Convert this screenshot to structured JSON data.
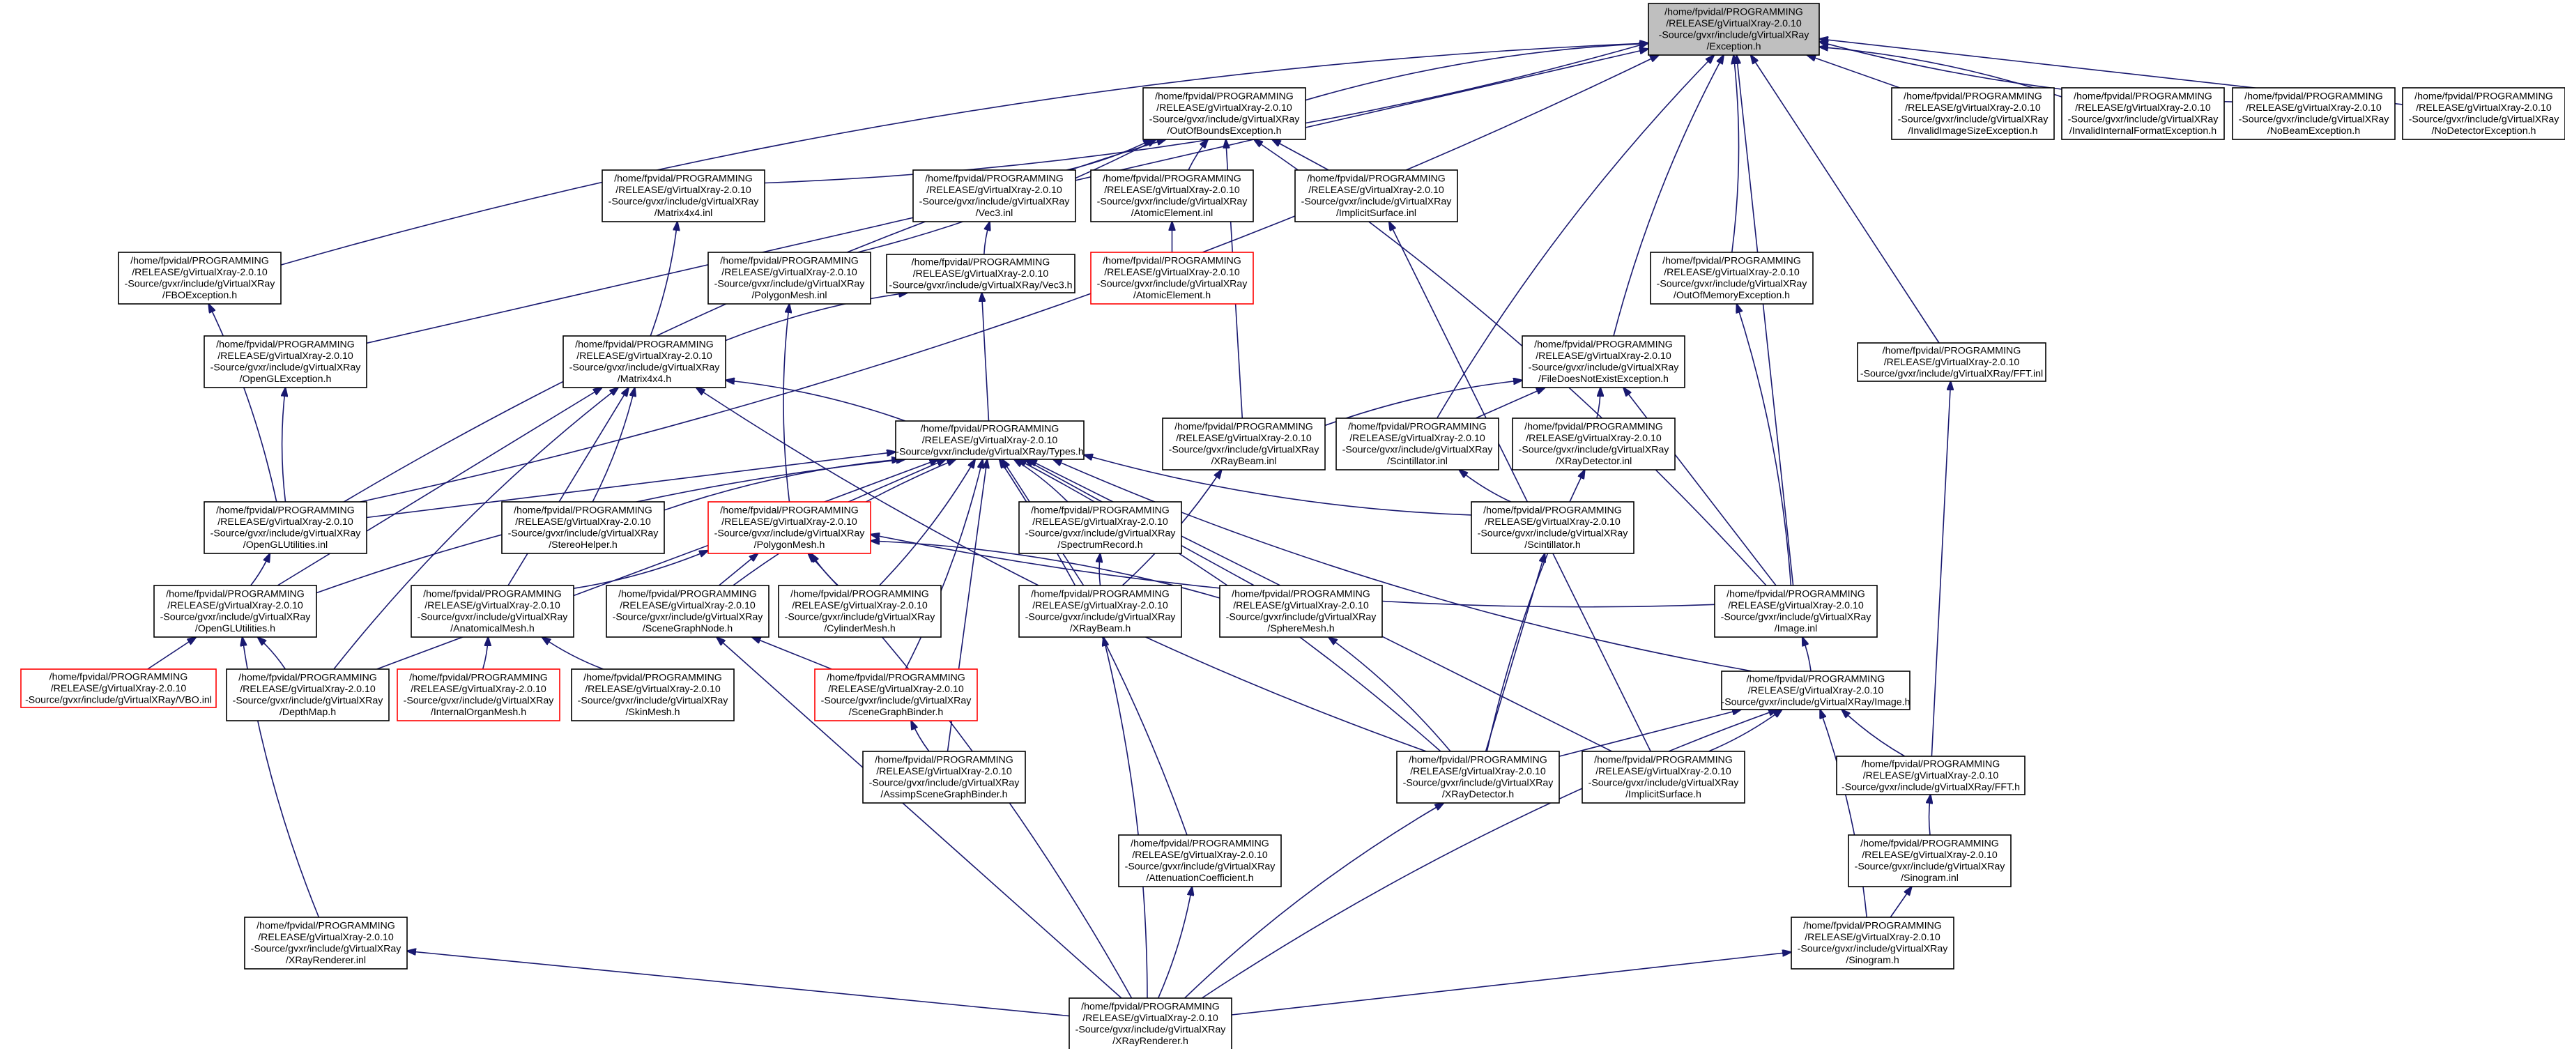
{
  "graph": {
    "nodes": [
      {
        "id": "exception",
        "lines": [
          "/home/fpvidal/PROGRAMMING",
          "/RELEASE/gVirtualXray-2.0.10",
          "-Source/gvxr/include/gVirtualXRay",
          "/Exception.h"
        ],
        "root": true
      },
      {
        "id": "outofbounds",
        "lines": [
          "/home/fpvidal/PROGRAMMING",
          "/RELEASE/gVirtualXray-2.0.10",
          "-Source/gvxr/include/gVirtualXRay",
          "/OutOfBoundsException.h"
        ]
      },
      {
        "id": "invalidimagesize",
        "lines": [
          "/home/fpvidal/PROGRAMMING",
          "/RELEASE/gVirtualXray-2.0.10",
          "-Source/gvxr/include/gVirtualXRay",
          "/InvalidImageSizeException.h"
        ]
      },
      {
        "id": "invalidinternalformat",
        "lines": [
          "/home/fpvidal/PROGRAMMING",
          "/RELEASE/gVirtualXray-2.0.10",
          "-Source/gvxr/include/gVirtualXRay",
          "/InvalidInternalFormatException.h"
        ]
      },
      {
        "id": "nobeam",
        "lines": [
          "/home/fpvidal/PROGRAMMING",
          "/RELEASE/gVirtualXray-2.0.10",
          "-Source/gvxr/include/gVirtualXRay",
          "/NoBeamException.h"
        ]
      },
      {
        "id": "nodetector",
        "lines": [
          "/home/fpvidal/PROGRAMMING",
          "/RELEASE/gVirtualXray-2.0.10",
          "-Source/gvxr/include/gVirtualXRay",
          "/NoDetectorException.h"
        ]
      },
      {
        "id": "matrix4x4inl",
        "lines": [
          "/home/fpvidal/PROGRAMMING",
          "/RELEASE/gVirtualXray-2.0.10",
          "-Source/gvxr/include/gVirtualXRay",
          "/Matrix4x4.inl"
        ]
      },
      {
        "id": "vec3inl",
        "lines": [
          "/home/fpvidal/PROGRAMMING",
          "/RELEASE/gVirtualXray-2.0.10",
          "-Source/gvxr/include/gVirtualXRay",
          "/Vec3.inl"
        ]
      },
      {
        "id": "atomicelementinl",
        "lines": [
          "/home/fpvidal/PROGRAMMING",
          "/RELEASE/gVirtualXray-2.0.10",
          "-Source/gvxr/include/gVirtualXRay",
          "/AtomicElement.inl"
        ]
      },
      {
        "id": "implicitsurfaceinl",
        "lines": [
          "/home/fpvidal/PROGRAMMING",
          "/RELEASE/gVirtualXray-2.0.10",
          "-Source/gvxr/include/gVirtualXRay",
          "/ImplicitSurface.inl"
        ]
      },
      {
        "id": "fboexception",
        "lines": [
          "/home/fpvidal/PROGRAMMING",
          "/RELEASE/gVirtualXray-2.0.10",
          "-Source/gvxr/include/gVirtualXRay",
          "/FBOException.h"
        ]
      },
      {
        "id": "polygonmeshinl",
        "lines": [
          "/home/fpvidal/PROGRAMMING",
          "/RELEASE/gVirtualXray-2.0.10",
          "-Source/gvxr/include/gVirtualXRay",
          "/PolygonMesh.inl"
        ]
      },
      {
        "id": "vec3h",
        "lines": [
          "/home/fpvidal/PROGRAMMING",
          "/RELEASE/gVirtualXray-2.0.10",
          "-Source/gvxr/include/gVirtualXRay/Vec3.h"
        ]
      },
      {
        "id": "atomicelementh",
        "lines": [
          "/home/fpvidal/PROGRAMMING",
          "/RELEASE/gVirtualXray-2.0.10",
          "-Source/gvxr/include/gVirtualXRay",
          "/AtomicElement.h"
        ],
        "red": true
      },
      {
        "id": "outofmemory",
        "lines": [
          "/home/fpvidal/PROGRAMMING",
          "/RELEASE/gVirtualXray-2.0.10",
          "-Source/gvxr/include/gVirtualXRay",
          "/OutOfMemoryException.h"
        ]
      },
      {
        "id": "opengl_exception",
        "lines": [
          "/home/fpvidal/PROGRAMMING",
          "/RELEASE/gVirtualXray-2.0.10",
          "-Source/gvxr/include/gVirtualXRay",
          "/OpenGLException.h"
        ]
      },
      {
        "id": "matrix4x4h",
        "lines": [
          "/home/fpvidal/PROGRAMMING",
          "/RELEASE/gVirtualXray-2.0.10",
          "-Source/gvxr/include/gVirtualXRay",
          "/Matrix4x4.h"
        ]
      },
      {
        "id": "filedoesnotexist",
        "lines": [
          "/home/fpvidal/PROGRAMMING",
          "/RELEASE/gVirtualXray-2.0.10",
          "-Source/gvxr/include/gVirtualXRay",
          "/FileDoesNotExistException.h"
        ]
      },
      {
        "id": "fftinl",
        "lines": [
          "/home/fpvidal/PROGRAMMING",
          "/RELEASE/gVirtualXray-2.0.10",
          "-Source/gvxr/include/gVirtualXRay/FFT.inl"
        ]
      },
      {
        "id": "typesh",
        "lines": [
          "/home/fpvidal/PROGRAMMING",
          "/RELEASE/gVirtualXray-2.0.10",
          "-Source/gvxr/include/gVirtualXRay/Types.h"
        ]
      },
      {
        "id": "xraybeaminl",
        "lines": [
          "/home/fpvidal/PROGRAMMING",
          "/RELEASE/gVirtualXray-2.0.10",
          "-Source/gvxr/include/gVirtualXRay",
          "/XRayBeam.inl"
        ]
      },
      {
        "id": "scintillatorinl",
        "lines": [
          "/home/fpvidal/PROGRAMMING",
          "/RELEASE/gVirtualXray-2.0.10",
          "-Source/gvxr/include/gVirtualXRay",
          "/Scintillator.inl"
        ]
      },
      {
        "id": "xraydetectorinl",
        "lines": [
          "/home/fpvidal/PROGRAMMING",
          "/RELEASE/gVirtualXray-2.0.10",
          "-Source/gvxr/include/gVirtualXRay",
          "/XRayDetector.inl"
        ]
      },
      {
        "id": "openglutilitiesinl",
        "lines": [
          "/home/fpvidal/PROGRAMMING",
          "/RELEASE/gVirtualXray-2.0.10",
          "-Source/gvxr/include/gVirtualXRay",
          "/OpenGLUtilities.inl"
        ]
      },
      {
        "id": "stereohelper",
        "lines": [
          "/home/fpvidal/PROGRAMMING",
          "/RELEASE/gVirtualXray-2.0.10",
          "-Source/gvxr/include/gVirtualXRay",
          "/StereoHelper.h"
        ]
      },
      {
        "id": "polygonmeshh",
        "lines": [
          "/home/fpvidal/PROGRAMMING",
          "/RELEASE/gVirtualXray-2.0.10",
          "-Source/gvxr/include/gVirtualXRay",
          "/PolygonMesh.h"
        ],
        "red": true
      },
      {
        "id": "spectrumrecord",
        "lines": [
          "/home/fpvidal/PROGRAMMING",
          "/RELEASE/gVirtualXray-2.0.10",
          "-Source/gvxr/include/gVirtualXRay",
          "/SpectrumRecord.h"
        ]
      },
      {
        "id": "scintillatorh",
        "lines": [
          "/home/fpvidal/PROGRAMMING",
          "/RELEASE/gVirtualXray-2.0.10",
          "-Source/gvxr/include/gVirtualXRay",
          "/Scintillator.h"
        ]
      },
      {
        "id": "imageinl",
        "lines": [
          "/home/fpvidal/PROGRAMMING",
          "/RELEASE/gVirtualXray-2.0.10",
          "-Source/gvxr/include/gVirtualXRay",
          "/Image.inl"
        ]
      },
      {
        "id": "openglutilitiesh",
        "lines": [
          "/home/fpvidal/PROGRAMMING",
          "/RELEASE/gVirtualXray-2.0.10",
          "-Source/gvxr/include/gVirtualXRay",
          "/OpenGLUtilities.h"
        ]
      },
      {
        "id": "anatomicalmesh",
        "lines": [
          "/home/fpvidal/PROGRAMMING",
          "/RELEASE/gVirtualXray-2.0.10",
          "-Source/gvxr/include/gVirtualXRay",
          "/AnatomicalMesh.h"
        ]
      },
      {
        "id": "scenegraphnode",
        "lines": [
          "/home/fpvidal/PROGRAMMING",
          "/RELEASE/gVirtualXray-2.0.10",
          "-Source/gvxr/include/gVirtualXRay",
          "/SceneGraphNode.h"
        ]
      },
      {
        "id": "cylindermesh",
        "lines": [
          "/home/fpvidal/PROGRAMMING",
          "/RELEASE/gVirtualXray-2.0.10",
          "-Source/gvxr/include/gVirtualXRay",
          "/CylinderMesh.h"
        ]
      },
      {
        "id": "xraybeamh",
        "lines": [
          "/home/fpvidal/PROGRAMMING",
          "/RELEASE/gVirtualXray-2.0.10",
          "-Source/gvxr/include/gVirtualXRay",
          "/XRayBeam.h"
        ]
      },
      {
        "id": "spheremesh",
        "lines": [
          "/home/fpvidal/PROGRAMMING",
          "/RELEASE/gVirtualXray-2.0.10",
          "-Source/gvxr/include/gVirtualXRay",
          "/SphereMesh.h"
        ]
      },
      {
        "id": "vboinl",
        "lines": [
          "/home/fpvidal/PROGRAMMING",
          "/RELEASE/gVirtualXray-2.0.10",
          "-Source/gvxr/include/gVirtualXRay/VBO.inl"
        ],
        "red": true
      },
      {
        "id": "depthmap",
        "lines": [
          "/home/fpvidal/PROGRAMMING",
          "/RELEASE/gVirtualXray-2.0.10",
          "-Source/gvxr/include/gVirtualXRay",
          "/DepthMap.h"
        ]
      },
      {
        "id": "internalorganmesh",
        "lines": [
          "/home/fpvidal/PROGRAMMING",
          "/RELEASE/gVirtualXray-2.0.10",
          "-Source/gvxr/include/gVirtualXRay",
          "/InternalOrganMesh.h"
        ],
        "red": true
      },
      {
        "id": "skinmesh",
        "lines": [
          "/home/fpvidal/PROGRAMMING",
          "/RELEASE/gVirtualXray-2.0.10",
          "-Source/gvxr/include/gVirtualXRay",
          "/SkinMesh.h"
        ]
      },
      {
        "id": "scenegraphbinder",
        "lines": [
          "/home/fpvidal/PROGRAMMING",
          "/RELEASE/gVirtualXray-2.0.10",
          "-Source/gvxr/include/gVirtualXRay",
          "/SceneGraphBinder.h"
        ],
        "red": true
      },
      {
        "id": "imageh",
        "lines": [
          "/home/fpvidal/PROGRAMMING",
          "/RELEASE/gVirtualXray-2.0.10",
          "-Source/gvxr/include/gVirtualXRay/Image.h"
        ]
      },
      {
        "id": "xraydetectorh",
        "lines": [
          "/home/fpvidal/PROGRAMMING",
          "/RELEASE/gVirtualXray-2.0.10",
          "-Source/gvxr/include/gVirtualXRay",
          "/XRayDetector.h"
        ]
      },
      {
        "id": "implicitsurfaceh",
        "lines": [
          "/home/fpvidal/PROGRAMMING",
          "/RELEASE/gVirtualXray-2.0.10",
          "-Source/gvxr/include/gVirtualXRay",
          "/ImplicitSurface.h"
        ]
      },
      {
        "id": "ffth",
        "lines": [
          "/home/fpvidal/PROGRAMMING",
          "/RELEASE/gVirtualXray-2.0.10",
          "-Source/gvxr/include/gVirtualXRay/FFT.h"
        ]
      },
      {
        "id": "assimpscenegraphbinder",
        "lines": [
          "/home/fpvidal/PROGRAMMING",
          "/RELEASE/gVirtualXray-2.0.10",
          "-Source/gvxr/include/gVirtualXRay",
          "/AssimpSceneGraphBinder.h"
        ]
      },
      {
        "id": "attenuationcoefficient",
        "lines": [
          "/home/fpvidal/PROGRAMMING",
          "/RELEASE/gVirtualXray-2.0.10",
          "-Source/gvxr/include/gVirtualXRay",
          "/AttenuationCoefficient.h"
        ]
      },
      {
        "id": "sinograminl",
        "lines": [
          "/home/fpvidal/PROGRAMMING",
          "/RELEASE/gVirtualXray-2.0.10",
          "-Source/gvxr/include/gVirtualXRay",
          "/Sinogram.inl"
        ]
      },
      {
        "id": "xrayrendererinl",
        "lines": [
          "/home/fpvidal/PROGRAMMING",
          "/RELEASE/gVirtualXray-2.0.10",
          "-Source/gvxr/include/gVirtualXRay",
          "/XRayRenderer.inl"
        ]
      },
      {
        "id": "sinogramh",
        "lines": [
          "/home/fpvidal/PROGRAMMING",
          "/RELEASE/gVirtualXray-2.0.10",
          "-Source/gvxr/include/gVirtualXRay",
          "/Sinogram.h"
        ]
      },
      {
        "id": "xrayrendererh",
        "lines": [
          "/home/fpvidal/PROGRAMMING",
          "/RELEASE/gVirtualXray-2.0.10",
          "-Source/gvxr/include/gVirtualXRay",
          "/XRayRenderer.h"
        ]
      }
    ],
    "edges": [
      [
        "outofbounds",
        "exception"
      ],
      [
        "invalidimagesize",
        "exception"
      ],
      [
        "invalidinternalformat",
        "exception"
      ],
      [
        "nobeam",
        "exception"
      ],
      [
        "nodetector",
        "exception"
      ],
      [
        "matrix4x4inl",
        "exception"
      ],
      [
        "fboexception",
        "exception"
      ],
      [
        "opengl_exception",
        "exception"
      ],
      [
        "outofmemory",
        "exception"
      ],
      [
        "filedoesnotexist",
        "exception"
      ],
      [
        "fftinl",
        "exception"
      ],
      [
        "openglutilitiesinl",
        "exception"
      ],
      [
        "scintillatorinl",
        "exception"
      ],
      [
        "imageinl",
        "exception"
      ],
      [
        "vec3inl",
        "outofbounds"
      ],
      [
        "atomicelementinl",
        "outofbounds"
      ],
      [
        "implicitsurfaceinl",
        "outofbounds"
      ],
      [
        "polygonmeshinl",
        "outofbounds"
      ],
      [
        "openglutilitiesinl",
        "outofbounds"
      ],
      [
        "xraybeaminl",
        "outofbounds"
      ],
      [
        "imageinl",
        "outofbounds"
      ],
      [
        "vec3h",
        "vec3inl"
      ],
      [
        "atomicelementh",
        "atomicelementinl"
      ],
      [
        "matrix4x4h",
        "matrix4x4inl"
      ],
      [
        "matrix4x4h",
        "vec3h"
      ],
      [
        "typesh",
        "vec3h"
      ],
      [
        "typesh",
        "matrix4x4h"
      ],
      [
        "polygonmeshh",
        "polygonmeshinl"
      ],
      [
        "implicitsurfaceh",
        "implicitsurfaceinl"
      ],
      [
        "openglutilitiesinl",
        "fboexception"
      ],
      [
        "openglutilitiesinl",
        "opengl_exception"
      ],
      [
        "openglutilitiesinl",
        "typesh"
      ],
      [
        "stereohelper",
        "matrix4x4h"
      ],
      [
        "stereohelper",
        "typesh"
      ],
      [
        "openglutilitiesh",
        "matrix4x4h"
      ],
      [
        "openglutilitiesh",
        "openglutilitiesinl"
      ],
      [
        "openglutilitiesh",
        "typesh"
      ],
      [
        "polygonmeshh",
        "typesh"
      ],
      [
        "spectrumrecord",
        "typesh"
      ],
      [
        "scintillatorh",
        "typesh"
      ],
      [
        "anatomicalmesh",
        "matrix4x4h"
      ],
      [
        "anatomicalmesh",
        "polygonmeshh"
      ],
      [
        "scenegraphnode",
        "typesh"
      ],
      [
        "scenegraphnode",
        "polygonmeshh"
      ],
      [
        "cylindermesh",
        "typesh"
      ],
      [
        "cylindermesh",
        "polygonmeshh"
      ],
      [
        "xraybeamh",
        "typesh"
      ],
      [
        "xraybeamh",
        "xraybeaminl"
      ],
      [
        "xraybeamh",
        "spectrumrecord"
      ],
      [
        "spheremesh",
        "typesh"
      ],
      [
        "spheremesh",
        "polygonmeshh"
      ],
      [
        "imageinl",
        "polygonmeshh"
      ],
      [
        "imageinl",
        "filedoesnotexist"
      ],
      [
        "imageinl",
        "outofmemory"
      ],
      [
        "xraybeaminl",
        "filedoesnotexist"
      ],
      [
        "scintillatorinl",
        "filedoesnotexist"
      ],
      [
        "xraydetectorinl",
        "filedoesnotexist"
      ],
      [
        "scintillatorh",
        "scintillatorinl"
      ],
      [
        "vboinl",
        "openglutilitiesh"
      ],
      [
        "depthmap",
        "openglutilitiesh"
      ],
      [
        "depthmap",
        "matrix4x4h"
      ],
      [
        "depthmap",
        "typesh"
      ],
      [
        "internalorganmesh",
        "anatomicalmesh"
      ],
      [
        "skinmesh",
        "anatomicalmesh"
      ],
      [
        "scenegraphbinder",
        "scenegraphnode"
      ],
      [
        "scenegraphbinder",
        "typesh"
      ],
      [
        "assimpscenegraphbinder",
        "scenegraphbinder"
      ],
      [
        "assimpscenegraphbinder",
        "typesh"
      ],
      [
        "imageh",
        "imageinl"
      ],
      [
        "imageh",
        "typesh"
      ],
      [
        "xraydetectorh",
        "imageh"
      ],
      [
        "xraydetectorh",
        "typesh"
      ],
      [
        "xraydetectorh",
        "xraydetectorinl"
      ],
      [
        "xraydetectorh",
        "scintillatorh"
      ],
      [
        "xraydetectorh",
        "spheremesh"
      ],
      [
        "xraydetectorh",
        "matrix4x4h"
      ],
      [
        "implicitsurfaceh",
        "typesh"
      ],
      [
        "implicitsurfaceh",
        "imageh"
      ],
      [
        "ffth",
        "imageh"
      ],
      [
        "ffth",
        "fftinl"
      ],
      [
        "attenuationcoefficient",
        "typesh"
      ],
      [
        "sinograminl",
        "ffth"
      ],
      [
        "sinogramh",
        "sinograminl"
      ],
      [
        "sinogramh",
        "imageh"
      ],
      [
        "xrayrendererinl",
        "openglutilitiesh"
      ],
      [
        "xrayrendererh",
        "xrayrendererinl"
      ],
      [
        "xrayrendererh",
        "xraybeamh"
      ],
      [
        "xrayrendererh",
        "xraydetectorh"
      ],
      [
        "xrayrendererh",
        "sinogramh"
      ],
      [
        "xrayrendererh",
        "attenuationcoefficient"
      ],
      [
        "xrayrendererh",
        "imageh"
      ],
      [
        "xrayrendererh",
        "scenegraphnode"
      ],
      [
        "xrayrendererh",
        "polygonmeshh"
      ]
    ]
  }
}
